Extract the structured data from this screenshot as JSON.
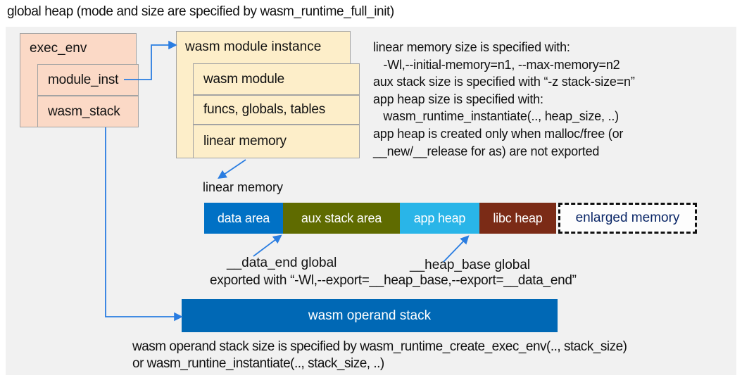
{
  "title": "global heap (mode and size are specified by wasm_runtime_full_init)",
  "exec_env": {
    "title": "exec_env",
    "rows": [
      "module_inst",
      "wasm_stack"
    ]
  },
  "module_instance": {
    "title": "wasm module instance",
    "rows": [
      "wasm module",
      "funcs, globals, tables",
      "linear memory"
    ]
  },
  "notes_right": {
    "lines": [
      "linear memory size is specified with:",
      "   -Wl,--initial-memory=n1, --max-memory=n2",
      "aux stack size is specified with “-z stack-size=n”",
      "app heap size is specified with:",
      "   wasm_runtime_instantiate(.., heap_size, ..)",
      "app heap is created only when malloc/free (or",
      "__new/__release for as) are not exported"
    ]
  },
  "linear_memory": {
    "label": "linear memory",
    "segments": [
      {
        "label": "data area",
        "color": "#0071c5"
      },
      {
        "label": "aux stack area",
        "color": "#5f6b00"
      },
      {
        "label": "app heap",
        "color": "#29b5e8"
      },
      {
        "label": "libc heap",
        "color": "#7b2b16"
      }
    ],
    "enlarged": {
      "label": "enlarged memory",
      "text_color": "#0a2667"
    }
  },
  "annotations": {
    "data_end": "__data_end global",
    "heap_base": "__heap_base global",
    "exported": "exported with “-Wl,--export=__heap_base,--export=__data_end”"
  },
  "operand_stack": {
    "label": "wasm operand stack",
    "color": "#0068b5"
  },
  "notes_bottom": {
    "lines": [
      "wasm operand stack size is specified by wasm_runtime_create_exec_env(.., stack_size)",
      "or wasm_runtine_instantiate(.., stack_size, ..)"
    ]
  },
  "colors": {
    "panel_bg": "#f1f1f1",
    "exec_env_fill": "#fbd9c6",
    "module_fill": "#fdeec9",
    "arrow": "#2a7de1",
    "border": "#a3a3a3"
  }
}
